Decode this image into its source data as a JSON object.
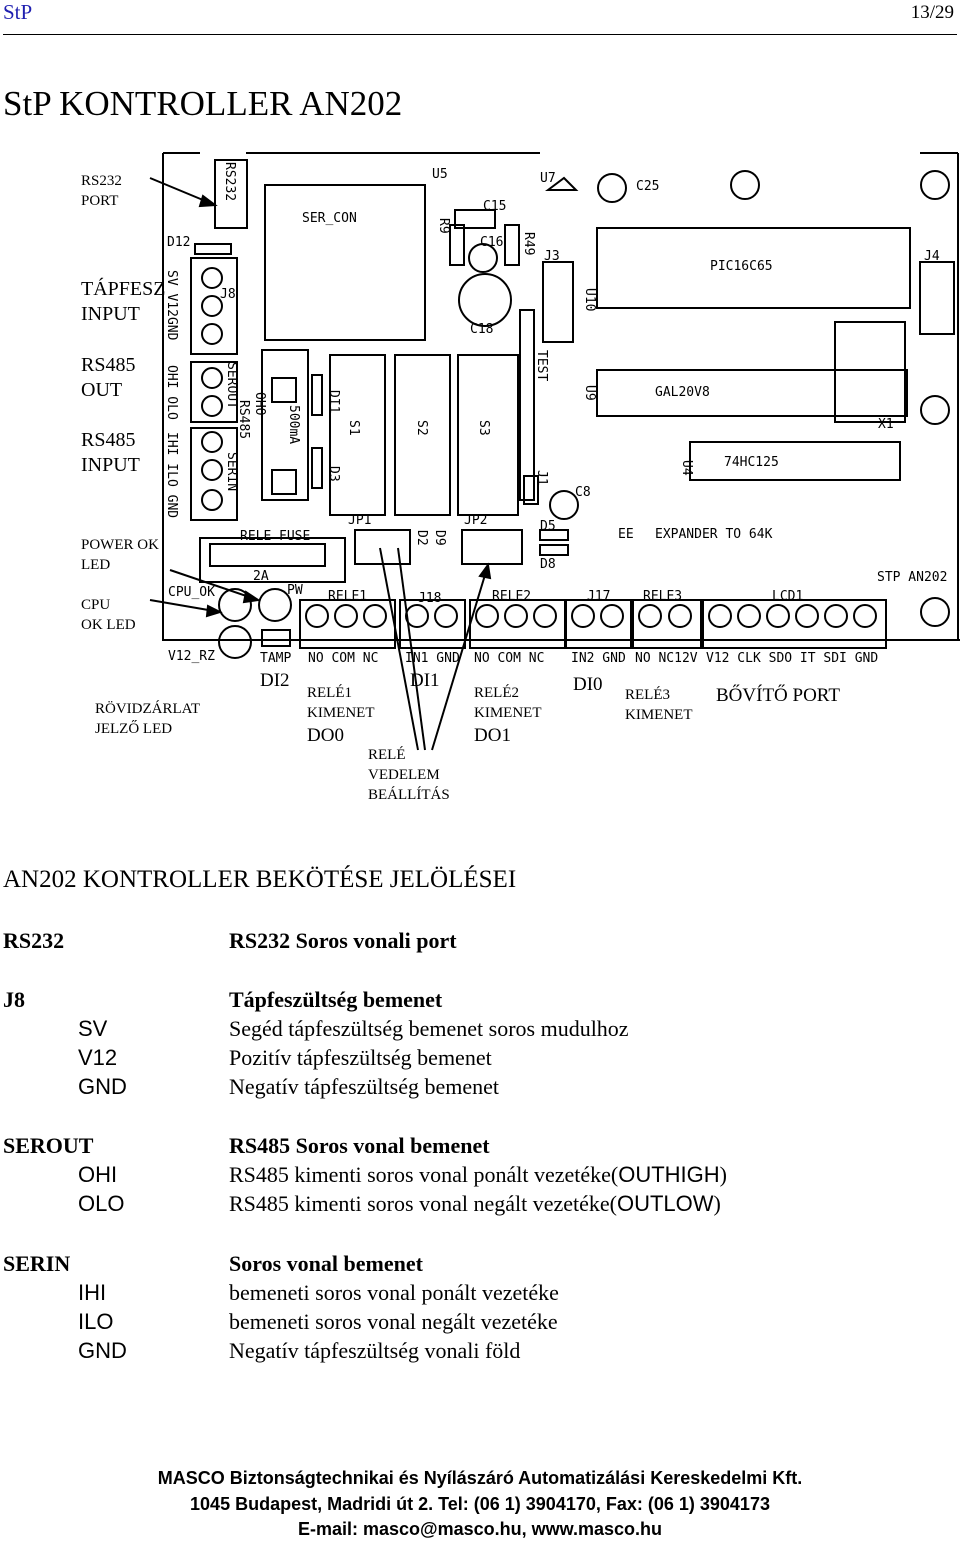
{
  "header": {
    "left": "StP",
    "right": "13/29"
  },
  "title": "StP KONTROLLER  AN202",
  "labels": {
    "rs232_port": [
      "RS232",
      "PORT"
    ],
    "tapfesz_input": [
      "TÁPFESZ",
      "INPUT"
    ],
    "rs485_out": [
      "RS485",
      "OUT"
    ],
    "rs485_input": [
      "RS485",
      "INPUT"
    ],
    "power_ok": [
      "POWER OK",
      "LED"
    ],
    "cpu_ok": [
      "CPU",
      "OK LED"
    ],
    "rovidzarlat": [
      "RÖVIDZÁRLAT",
      "JELZŐ LED"
    ],
    "di2": "DI2",
    "di1": "DI1",
    "di0": "DI0",
    "rele1": [
      "RELÉ1",
      "KIMENET"
    ],
    "do0": "DO0",
    "rele2": [
      "RELÉ2",
      "KIMENET"
    ],
    "do1": "DO1",
    "rele3": [
      "RELÉ3",
      "KIMENET"
    ],
    "bovito": "BŐVÍTŐ PORT",
    "rele_vedelem": [
      "RELÉ",
      "VEDELEM",
      "BEÁLLÍTÁS"
    ]
  },
  "pcb": {
    "components": [
      "RS232",
      "U5",
      "U7",
      "C25",
      "C15",
      "C16",
      "R9",
      "R49",
      "D12",
      "SER_CON",
      "J3",
      "PIC16C65",
      "J4",
      "SV V12 GND",
      "J8",
      "C18",
      "U10",
      "OHI OLO",
      "SEROUT",
      "RS485",
      "OHO",
      "500mA",
      "DI1",
      "S1",
      "S2",
      "S3",
      "TEST",
      "U9",
      "GAL20V8",
      "X1",
      "IHI ILO GND",
      "SERIN",
      "D3",
      "J1",
      "C8",
      "74HC125",
      "U4",
      "RELE",
      "FUSE",
      "JP1",
      "D2",
      "D9",
      "JP2",
      "D5",
      "D8",
      "EE",
      "EXPANDER TO 64K",
      "2A",
      "STP AN202",
      "CPU_OK",
      "PW",
      "RELE1",
      "J18",
      "RELE2",
      "J17",
      "RELE3",
      "LCD1",
      "V12_RZ",
      "TAMP",
      "NO COM NC",
      "IN1 GND",
      "NO COM NC",
      "IN2 GND",
      "NO NC12V",
      "V12 CLK SDO IT SDI GND"
    ]
  },
  "section_title": "AN202 KONTROLLER BEKÖTÉSE JELÖLÉSEI",
  "rows": [
    {
      "key": "RS232",
      "val": "RS232 Soros vonali port",
      "bold": true
    },
    {
      "key": "J8",
      "val": "Tápfeszültség bemenet",
      "bold": true
    },
    {
      "sub": "SV",
      "val": "Segéd tápfeszültség bemenet soros mudulhoz"
    },
    {
      "sub": "V12",
      "val": "Pozitív tápfeszültség bemenet"
    },
    {
      "sub": "GND",
      "val": "Negatív tápfeszültség bemenet"
    },
    {
      "key": "SEROUT",
      "val": "RS485 Soros vonal bemenet",
      "bold": true
    },
    {
      "sub": "OHI",
      "val": "RS485 kimenti soros vonal ponált vezetéke(",
      "tail": "OUTHIGH",
      "end": ")"
    },
    {
      "sub": "OLO",
      "val": "RS485 kimenti soros vonal negált vezetéke(",
      "tail": "OUTLOW",
      "end": ")"
    },
    {
      "key": "SERIN",
      "val": "Soros vonal bemenet",
      "bold": true
    },
    {
      "sub": "IHI",
      "val": "bemeneti soros vonal ponált vezetéke"
    },
    {
      "sub": "ILO",
      "val": "bemeneti soros vonal negált vezetéke"
    },
    {
      "sub": "GND",
      "val": "Negatív tápfeszültség vonali föld"
    }
  ],
  "footer": [
    "MASCO Biztonságtechnikai és Nyílászáró Automatizálási Kereskedelmi Kft.",
    "1045 Budapest, Madridi út 2. Tel: (06 1) 3904170, Fax: (06 1) 3904173",
    "E-mail: masco@masco.hu, www.masco.hu"
  ]
}
